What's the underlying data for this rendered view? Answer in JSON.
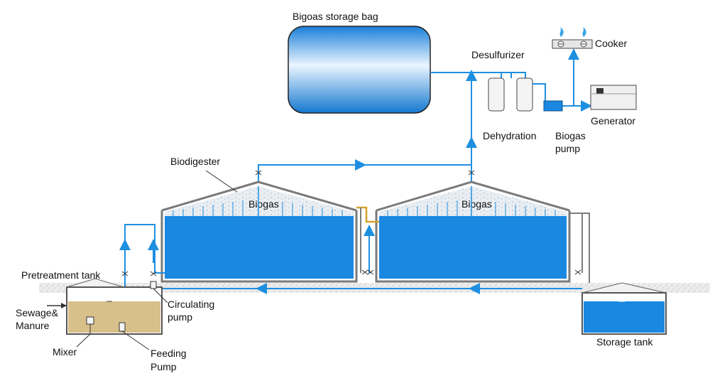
{
  "labels": {
    "storage_bag": "Bigoas storage bag",
    "desulfurizer": "Desulfurizer",
    "cooker": "Cooker",
    "generator": "Generator",
    "dehydration": "Dehydration",
    "biogas_pump_line1": "Biogas",
    "biogas_pump_line2": "pump",
    "biodigester": "Biodigester",
    "biogas_left": "Biogas",
    "biogas_right": "Biogas",
    "pretreatment_tank": "Pretreatment tank",
    "sewage_line1": "Sewage&",
    "sewage_line2": "Manure",
    "circulating_line1": "Circulating",
    "circulating_line2": "pump",
    "mixer": "Mixer",
    "feeding_line1": "Feeding",
    "feeding_line2": "Pump",
    "storage_tank": "Storage tank"
  },
  "colors": {
    "water": "#1a87e0",
    "pipe": "#1e8fe0",
    "slurry": "#d8c08a",
    "ground": "#e8e8e8",
    "roof": "#7a7a7a"
  },
  "icons": [
    "flame-icon",
    "valve-icon",
    "arrow-icon"
  ]
}
